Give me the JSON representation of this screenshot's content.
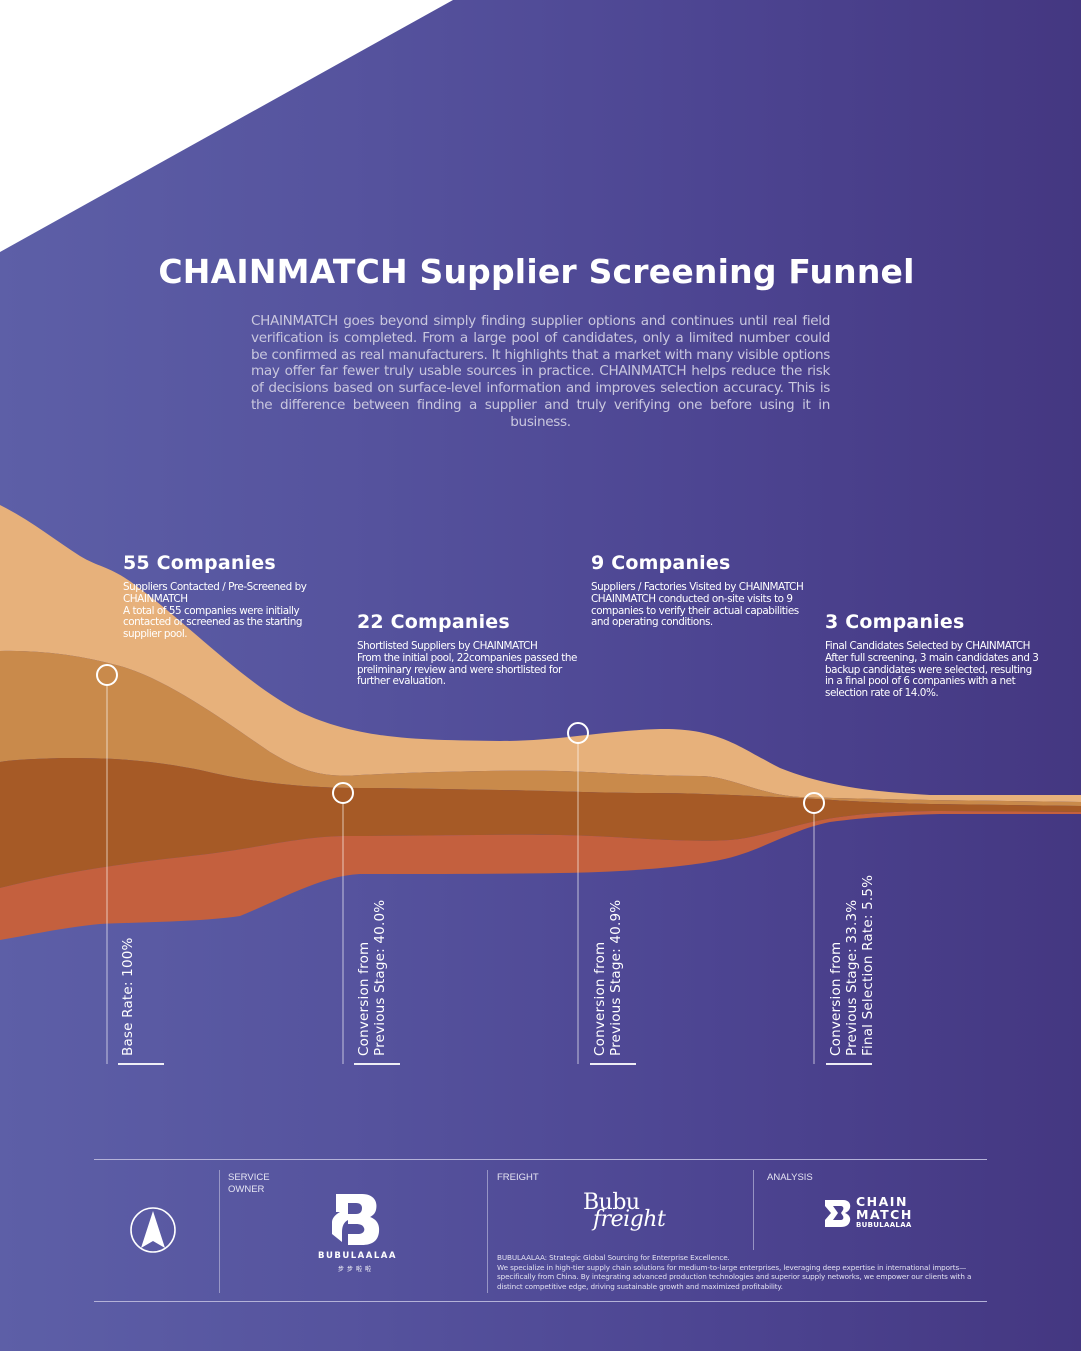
{
  "header": {
    "title": "CHAINMATCH Supplier Screening Funnel",
    "description": "CHAINMATCH goes beyond simply finding supplier options and continues until real field verification is completed. From a large pool of candidates, only a limited number could be confirmed as real manufacturers. It highlights that a market with many visible options may offer far fewer truly usable sources in practice. CHAINMATCH helps reduce the risk of decisions based on surface-level information and improves selection accuracy. This is the difference between finding a supplier and truly verifying one before using it in business."
  },
  "colors": {
    "background_left": "#5d5fa7",
    "background_right": "#443781",
    "band_1": "#e7b17b",
    "band_2": "#c98a4b",
    "band_3": "#a65a26",
    "band_4": "#c4603e",
    "accent_white": "#ffffff"
  },
  "stages": [
    {
      "count": "55 Companies",
      "title": "Suppliers Contacted / Pre-Screened by CHAINMATCH",
      "body": "A total of 55 companies were initially contacted or screened as the starting supplier pool.",
      "rate_lines": [
        "Base Rate: 100%"
      ]
    },
    {
      "count": "22 Companies",
      "title": "Shortlisted Suppliers by CHAINMATCH",
      "body": "From the initial pool, 22companies passed the preliminary review and were shortlisted for further evaluation.",
      "rate_lines": [
        "Conversion from",
        "Previous Stage: 40.0%"
      ]
    },
    {
      "count": "9 Companies",
      "title": "Suppliers / Factories Visited by CHAINMATCH",
      "body": "CHAINMATCH conducted on-site visits to 9 companies to verify their actual capabilities and operating conditions.",
      "rate_lines": [
        "Conversion from",
        "Previous Stage: 40.9%"
      ]
    },
    {
      "count": "3 Companies",
      "title": "Final Candidates Selected by CHAINMATCH",
      "body": "After full screening, 3 main candidates and 3 backup candidates were selected, resulting in a final pool of 6 companies with a net selection rate of 14.0%.",
      "rate_lines": [
        "Conversion from",
        "Previous Stage: 33.3%",
        "Final Selection Rate: 5.5%"
      ]
    }
  ],
  "chart_data": {
    "type": "area",
    "subtype": "funnel-stream",
    "title": "CHAINMATCH Supplier Screening Funnel",
    "categories": [
      "Contacted / Pre-Screened",
      "Shortlisted",
      "Factories Visited",
      "Final Candidates Selected"
    ],
    "values": [
      55,
      22,
      9,
      3
    ],
    "value_labels": [
      "55 Companies",
      "22 Companies",
      "9 Companies",
      "3 Companies"
    ],
    "conversion_rates": [
      100,
      40.0,
      40.9,
      33.3
    ],
    "conversion_labels": [
      "Base Rate: 100%",
      "Conversion from Previous Stage: 40.0%",
      "Conversion from Previous Stage: 40.9%",
      "Conversion from Previous Stage: 33.3%"
    ],
    "final_selection_rate": 5.5,
    "net_selection_rate": 14.0,
    "final_pool": 6,
    "xlabel": "",
    "ylabel": "",
    "grid": false,
    "legend": "none"
  },
  "footer": {
    "sections": [
      {
        "label": "SERVICE\nOWNER",
        "logo": "bubulaalaa-logo"
      },
      {
        "label": "FREIGHT",
        "logo": "bubu-freight-logo"
      },
      {
        "label": "ANALYSIS",
        "logo": "chainmatch-logo"
      }
    ],
    "service_owner_label_1": "SERVICE",
    "service_owner_label_2": "OWNER",
    "freight_label": "FREIGHT",
    "analysis_label": "ANALYSIS",
    "compass_icon": "compass-arrow-icon",
    "bubulaalaa_wordmark": "BUBULAALAA",
    "bubulaalaa_cn": "步步啦啦",
    "freight_logo_line1": "Bubu",
    "freight_logo_line2": "freight",
    "chainmatch_line1": "CHAIN",
    "chainmatch_line2": "MATCH",
    "chainmatch_line3": "BUBULAALAA",
    "tagline": "BUBULAALAA: Strategic Global Sourcing for Enterprise Excellence.",
    "about": "We specialize in high-tier supply chain solutions for medium-to-large enterprises, leveraging deep expertise in international imports—specifically from China. By integrating advanced production technologies and superior supply networks, we empower our clients with a distinct competitive edge, driving sustainable growth and maximized profitability."
  }
}
